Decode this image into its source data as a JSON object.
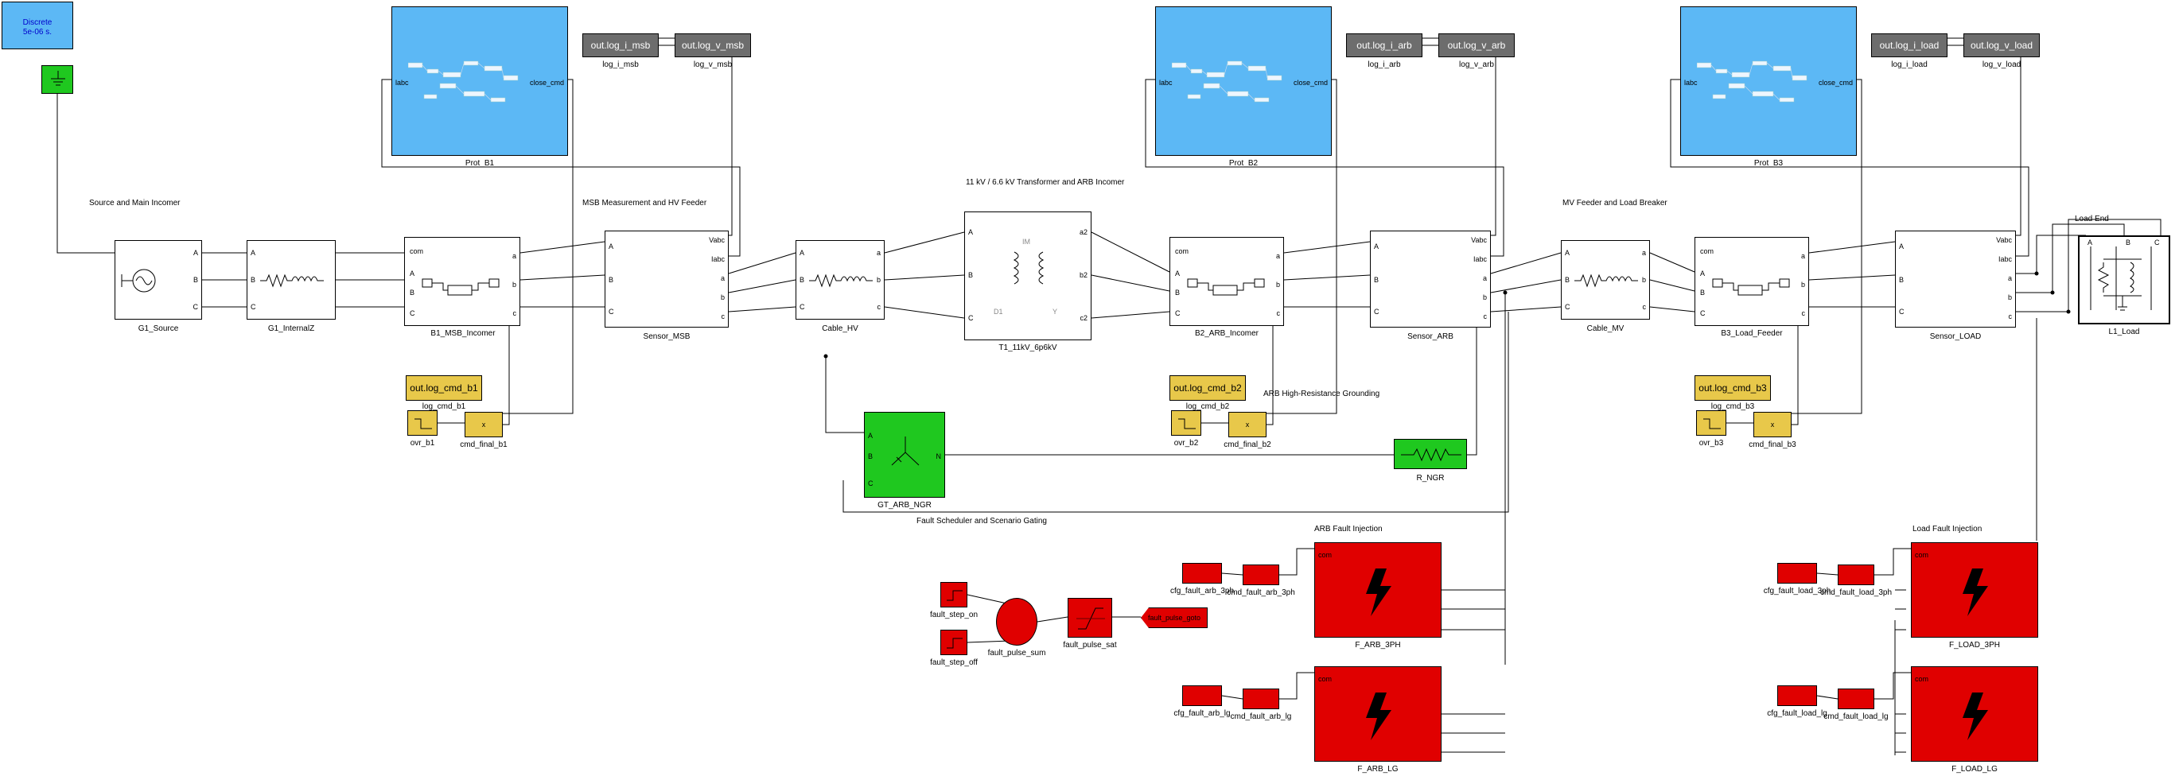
{
  "powergui": {
    "line1": "Discrete",
    "line2": "5e-06 s."
  },
  "annotations": {
    "source": "Source and Main Incomer",
    "msb": "MSB Measurement and HV Feeder",
    "transformer": "11 kV / 6.6 kV Transformer and ARB Incomer",
    "mv": "MV Feeder and Load Breaker",
    "grounding": "ARB High-Resistance Grounding",
    "scheduler": "Fault Scheduler and Scenario Gating",
    "arb_fault": "ARB Fault Injection",
    "load_fault": "Load Fault Injection"
  },
  "blocks": {
    "g1_source": "G1_Source",
    "g1_internalz": "G1_InternalZ",
    "b1": "B1_MSB_Incomer",
    "sensor_msb": "Sensor_MSB",
    "cable_hv": "Cable_HV",
    "t1": "T1_11kV_6p6kV",
    "b2": "B2_ARB_Incomer",
    "sensor_arb": "Sensor_ARB",
    "cable_mv": "Cable_MV",
    "b3": "B3_Load_Feeder",
    "sensor_load": "Sensor_LOAD",
    "l1": "L1_Load",
    "load_end": "Load End",
    "gt_ngr": "GT_ARB_NGR",
    "r_ngr": "R_NGR",
    "prot_b1": "Prot_B1",
    "prot_b2": "Prot_B2",
    "prot_b3": "Prot_B3",
    "ovr_b1": "ovr_b1",
    "ovr_b2": "ovr_b2",
    "ovr_b3": "ovr_b3",
    "cmd_final_b1": "cmd_final_b1",
    "cmd_final_b2": "cmd_final_b2",
    "cmd_final_b3": "cmd_final_b3",
    "log_cmd_b1": "log_cmd_b1",
    "log_cmd_b2": "log_cmd_b2",
    "log_cmd_b3": "log_cmd_b3",
    "log_i_msb": "log_i_msb",
    "log_v_msb": "log_v_msb",
    "log_i_arb": "log_i_arb",
    "log_v_arb": "log_v_arb",
    "log_i_load": "log_i_load",
    "log_v_load": "log_v_load",
    "fault_step_on": "fault_step_on",
    "fault_step_off": "fault_step_off",
    "fault_pulse_sum": "fault_pulse_sum",
    "fault_pulse_sat": "fault_pulse_sat",
    "cfg_fault_arb_3ph": "cfg_fault_arb_3ph",
    "cmd_fault_arb_3ph": "cmd_fault_arb_3ph",
    "cfg_fault_arb_lg": "cfg_fault_arb_lg",
    "cmd_fault_arb_lg": "cmd_fault_arb_lg",
    "cfg_fault_load_3ph": "cfg_fault_load_3ph",
    "cmd_fault_load_3ph": "cmd_fault_load_3ph",
    "cfg_fault_load_lg": "cfg_fault_load_lg",
    "cmd_fault_load_lg": "cmd_fault_load_lg",
    "f_arb_3ph": "F_ARB_3PH",
    "f_arb_lg": "F_ARB_LG",
    "f_load_3ph": "F_LOAD_3PH",
    "f_load_lg": "F_LOAD_LG"
  },
  "ws": {
    "log_i_msb": "out.log_i_msb",
    "log_v_msb": "out.log_v_msb",
    "log_i_arb": "out.log_i_arb",
    "log_v_arb": "out.log_v_arb",
    "log_i_load": "out.log_i_load",
    "log_v_load": "out.log_v_load",
    "log_cmd_b1": "out.log_cmd_b1",
    "log_cmd_b2": "out.log_cmd_b2",
    "log_cmd_b3": "out.log_cmd_b3"
  },
  "ports": {
    "a": "a",
    "b": "b",
    "c": "c",
    "A": "A",
    "B": "B",
    "C": "C",
    "com": "com",
    "vabc": "Vabc",
    "iabc": "Iabc",
    "labc": "labc",
    "close_cmd": "close_cmd",
    "a2": "a2",
    "b2": "b2",
    "c2": "c2",
    "N": "N",
    "com_f": "com",
    "D1": "D1",
    "Y": "Y",
    "IM": "IM",
    "x": "x",
    "goto_pulse": "fault_pulse_goto"
  },
  "colors": {
    "protection": "#5cb8f5",
    "source": "#1fc81f",
    "fault": "#e00000",
    "signal": "#e8c84a",
    "workspace": "#6d6d6d"
  }
}
